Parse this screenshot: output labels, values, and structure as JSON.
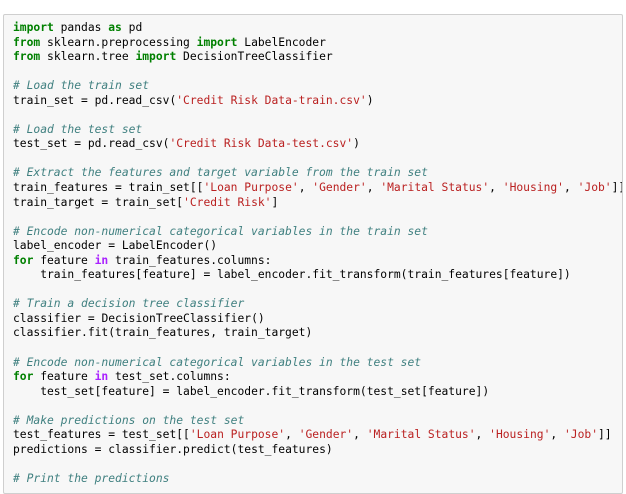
{
  "code_cell": {
    "lines": [
      [
        [
          "kw",
          "import"
        ],
        [
          "id",
          " pandas "
        ],
        [
          "kw",
          "as"
        ],
        [
          "id",
          " pd"
        ]
      ],
      [
        [
          "kw",
          "from"
        ],
        [
          "id",
          " sklearn.preprocessing "
        ],
        [
          "kw",
          "import"
        ],
        [
          "id",
          " LabelEncoder"
        ]
      ],
      [
        [
          "kw",
          "from"
        ],
        [
          "id",
          " sklearn.tree "
        ],
        [
          "kw",
          "import"
        ],
        [
          "id",
          " DecisionTreeClassifier"
        ]
      ],
      [],
      [
        [
          "cm",
          "# Load the train set"
        ]
      ],
      [
        [
          "id",
          "train_set "
        ],
        [
          "pu",
          "="
        ],
        [
          "id",
          " pd.read_csv("
        ],
        [
          "st",
          "'Credit Risk Data-train.csv'"
        ],
        [
          "id",
          ")"
        ]
      ],
      [],
      [
        [
          "cm",
          "# Load the test set"
        ]
      ],
      [
        [
          "id",
          "test_set "
        ],
        [
          "pu",
          "="
        ],
        [
          "id",
          " pd.read_csv("
        ],
        [
          "st",
          "'Credit Risk Data-test.csv'"
        ],
        [
          "id",
          ")"
        ]
      ],
      [],
      [
        [
          "cm",
          "# Extract the features and target variable from the train set"
        ]
      ],
      [
        [
          "id",
          "train_features "
        ],
        [
          "pu",
          "="
        ],
        [
          "id",
          " train_set[["
        ],
        [
          "st",
          "'Loan Purpose'"
        ],
        [
          "id",
          ", "
        ],
        [
          "st",
          "'Gender'"
        ],
        [
          "id",
          ", "
        ],
        [
          "st",
          "'Marital Status'"
        ],
        [
          "id",
          ", "
        ],
        [
          "st",
          "'Housing'"
        ],
        [
          "id",
          ", "
        ],
        [
          "st",
          "'Job'"
        ],
        [
          "id",
          "]]"
        ]
      ],
      [
        [
          "id",
          "train_target "
        ],
        [
          "pu",
          "="
        ],
        [
          "id",
          " train_set["
        ],
        [
          "st",
          "'Credit Risk'"
        ],
        [
          "id",
          "]"
        ]
      ],
      [],
      [
        [
          "cm",
          "# Encode non-numerical categorical variables in the train set"
        ]
      ],
      [
        [
          "id",
          "label_encoder "
        ],
        [
          "pu",
          "="
        ],
        [
          "id",
          " LabelEncoder()"
        ]
      ],
      [
        [
          "kw",
          "for"
        ],
        [
          "id",
          " feature "
        ],
        [
          "op",
          "in"
        ],
        [
          "id",
          " train_features.columns:"
        ]
      ],
      [
        [
          "id",
          "    train_features[feature] "
        ],
        [
          "pu",
          "="
        ],
        [
          "id",
          " label_encoder.fit_transform(train_features[feature])"
        ]
      ],
      [],
      [
        [
          "cm",
          "# Train a decision tree classifier"
        ]
      ],
      [
        [
          "id",
          "classifier "
        ],
        [
          "pu",
          "="
        ],
        [
          "id",
          " DecisionTreeClassifier()"
        ]
      ],
      [
        [
          "id",
          "classifier.fit(train_features, train_target)"
        ]
      ],
      [],
      [
        [
          "cm",
          "# Encode non-numerical categorical variables in the test set"
        ]
      ],
      [
        [
          "kw",
          "for"
        ],
        [
          "id",
          " feature "
        ],
        [
          "op",
          "in"
        ],
        [
          "id",
          " test_set.columns:"
        ]
      ],
      [
        [
          "id",
          "    test_set[feature] "
        ],
        [
          "pu",
          "="
        ],
        [
          "id",
          " label_encoder.fit_transform(test_set[feature])"
        ]
      ],
      [],
      [
        [
          "cm",
          "# Make predictions on the test set"
        ]
      ],
      [
        [
          "id",
          "test_features "
        ],
        [
          "pu",
          "="
        ],
        [
          "id",
          " test_set[["
        ],
        [
          "st",
          "'Loan Purpose'"
        ],
        [
          "id",
          ", "
        ],
        [
          "st",
          "'Gender'"
        ],
        [
          "id",
          ", "
        ],
        [
          "st",
          "'Marital Status'"
        ],
        [
          "id",
          ", "
        ],
        [
          "st",
          "'Housing'"
        ],
        [
          "id",
          ", "
        ],
        [
          "st",
          "'Job'"
        ],
        [
          "id",
          "]]"
        ]
      ],
      [
        [
          "id",
          "predictions "
        ],
        [
          "pu",
          "="
        ],
        [
          "id",
          " classifier.predict(test_features)"
        ]
      ],
      [],
      [
        [
          "cm",
          "# Print the predictions"
        ]
      ]
    ]
  }
}
